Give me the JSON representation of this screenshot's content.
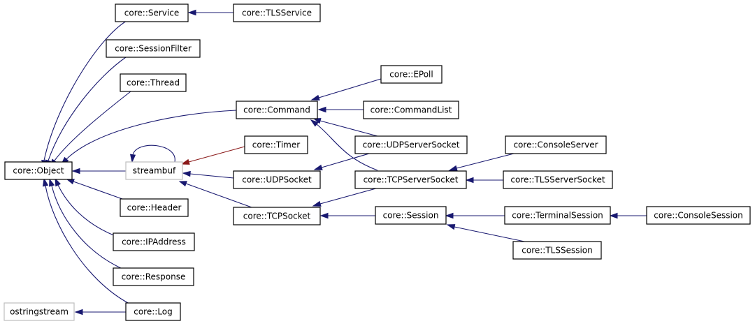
{
  "diagram": {
    "colors": {
      "node_border": "#000000",
      "external_node_border": "#bfbfbf",
      "edge_inherit": "#191970",
      "edge_template": "#8b1a1a",
      "background": "#ffffff"
    },
    "nodes": {
      "service": "core::Service",
      "tlsservice": "core::TLSService",
      "sessionfilter": "core::SessionFilter",
      "thread": "core::Thread",
      "object": "core::Object",
      "streambuf": "streambuf",
      "timer": "core::Timer",
      "command": "core::Command",
      "epoll": "core::EPoll",
      "commandlist": "core::CommandList",
      "udpserversocket": "core::UDPServerSocket",
      "consoleserver": "core::ConsoleServer",
      "udpsocket": "core::UDPSocket",
      "tcpserversocket": "core::TCPServerSocket",
      "tlsserversocket": "core::TLSServerSocket",
      "header": "core::Header",
      "tcpsocket": "core::TCPSocket",
      "session": "core::Session",
      "terminalsession": "core::TerminalSession",
      "consolesession": "core::ConsoleSession",
      "ipaddress": "core::IPAddress",
      "tlssession": "core::TLSSession",
      "response": "core::Response",
      "ostringstream": "ostringstream",
      "log": "core::Log"
    },
    "edges": [
      {
        "from": "service",
        "to": "object"
      },
      {
        "from": "sessionfilter",
        "to": "object"
      },
      {
        "from": "thread",
        "to": "object"
      },
      {
        "from": "command",
        "to": "object"
      },
      {
        "from": "streambuf",
        "to": "object"
      },
      {
        "from": "header",
        "to": "object"
      },
      {
        "from": "ipaddress",
        "to": "object"
      },
      {
        "from": "response",
        "to": "object"
      },
      {
        "from": "log",
        "to": "object"
      },
      {
        "from": "log",
        "to": "ostringstream"
      },
      {
        "from": "tlsservice",
        "to": "service"
      },
      {
        "from": "timer",
        "to": "streambuf",
        "kind": "template"
      },
      {
        "from": "streambuf",
        "to": "streambuf"
      },
      {
        "from": "udpsocket",
        "to": "streambuf"
      },
      {
        "from": "tcpsocket",
        "to": "streambuf"
      },
      {
        "from": "epoll",
        "to": "command"
      },
      {
        "from": "commandlist",
        "to": "command"
      },
      {
        "from": "udpserversocket",
        "to": "command"
      },
      {
        "from": "tcpserversocket",
        "to": "command"
      },
      {
        "from": "udpserversocket",
        "to": "udpsocket"
      },
      {
        "from": "tcpserversocket",
        "to": "tcpsocket"
      },
      {
        "from": "session",
        "to": "tcpsocket"
      },
      {
        "from": "consoleserver",
        "to": "tcpserversocket"
      },
      {
        "from": "tlsserversocket",
        "to": "tcpserversocket"
      },
      {
        "from": "terminalsession",
        "to": "session"
      },
      {
        "from": "tlssession",
        "to": "session"
      },
      {
        "from": "consolesession",
        "to": "terminalsession"
      }
    ]
  }
}
